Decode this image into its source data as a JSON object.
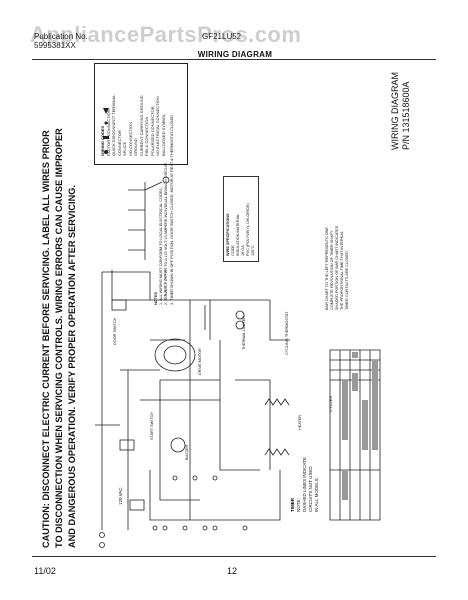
{
  "header": {
    "watermark": "AppliancePartsPros.com",
    "publication_label": "Publication No.",
    "publication_number": "5995381XX",
    "model_number": "GF21LU52",
    "diagram_title": "WIRING DIAGRAM"
  },
  "caution": {
    "line1": "CAUTION: DISCONNECT ELECTRIC CURRENT BEFORE SERVICING. LABEL ALL WIRES PRIOR",
    "line2": "TO DISCONNECTION WHEN SERVICING CONTROLS. WIRING ERRORS CAN CAUSE IMPROPER",
    "line3": "AND DANGEROUS OPERATION. VERIFY PROPER OPERATION AFTER SERVICING."
  },
  "side_title": {
    "title": "WIRING DIAGRAM",
    "part_number": "P/N 131518600A"
  },
  "wiring_codes": {
    "title": "WIRING CODES",
    "items": [
      "FACTORY CONNECTION",
      "QUICK DISCONNECT TERMINAL",
      "CONNECTOR",
      "SPLICE",
      "NO CONNECTION",
      "GROUND",
      "CURRENT CARRYING GROUND",
      "FIELD CONNECTION",
      "POLARIZED CONNECTOR",
      "NO ELECTRICAL CONNECTION",
      "BALLOONED SYMBOL"
    ]
  },
  "specs": {
    "title": "WIRE SPECIFICATIONS",
    "col1": "CODE",
    "col2": "INSULATION MATERIAL",
    "rows": [
      "18 GA",
      "PVC (POLYVINYL CHLORIDE)",
      "105°C"
    ]
  },
  "notes": {
    "title": "NOTES",
    "items": [
      "1. ALL WIRING MUST CONFORM TO LOCAL ELECTRICAL CODES.",
      "2. CONNECT DRYER TO A 115 VOLT 15 AMPERE INDIVIDUAL BRANCH CIRCUIT.",
      "3. TIMER SHOWN IN OFF POSITION, DOOR SWITCH CLOSED, MOTOR AT REST & THERMOSTAT CLOSED."
    ]
  },
  "chart_note": {
    "line1": "BAR CHART TO THE LEFT REPRESENTS ONE",
    "line2": "COMPLETE REVOLUTION OF TIMER SHAFT.",
    "line3": "SHADED PORTION OF BAR CHART INDICATES",
    "line4": "THE PROPORTIONAL TIME THAT INTERNAL",
    "line5": "TIMER CONTACTS ARE CLOSED."
  },
  "cycles_label": "CYCLES",
  "timer_label": "TIMER",
  "timer_note": {
    "line1": "NOTE:",
    "line2": "DASHED LINES INDICATE",
    "line3": "CIRCUITS NOT USED",
    "line4": "IN ALL MODELS."
  },
  "component_labels": {
    "supply": "120 VAC",
    "door_switch": "DOOR SWITCH",
    "motor": "DRIVE MOTOR",
    "heater": "HEATER",
    "thermostat": "CYCLING THERMOSTAT",
    "limiter": "THERMAL LIMITER",
    "start_switch": "START SWITCH",
    "buzzer": "BUZZER"
  },
  "footer": {
    "date": "11/02",
    "page": "12"
  }
}
